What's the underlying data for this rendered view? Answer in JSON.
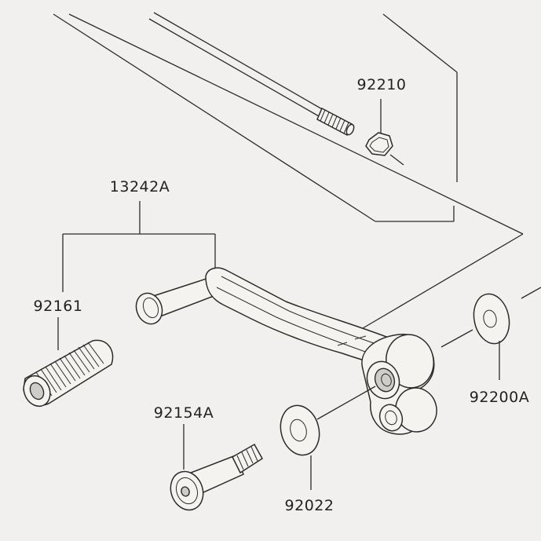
{
  "parts": [
    {
      "id": "p92210",
      "number": "92210"
    },
    {
      "id": "p13242A",
      "number": "13242A"
    },
    {
      "id": "p92161",
      "number": "92161"
    },
    {
      "id": "p92154A",
      "number": "92154A"
    },
    {
      "id": "p92022",
      "number": "92022"
    },
    {
      "id": "p92200A",
      "number": "92200A"
    }
  ],
  "colors": {
    "background": "#ecebe8",
    "line": "#2b2b2b"
  }
}
